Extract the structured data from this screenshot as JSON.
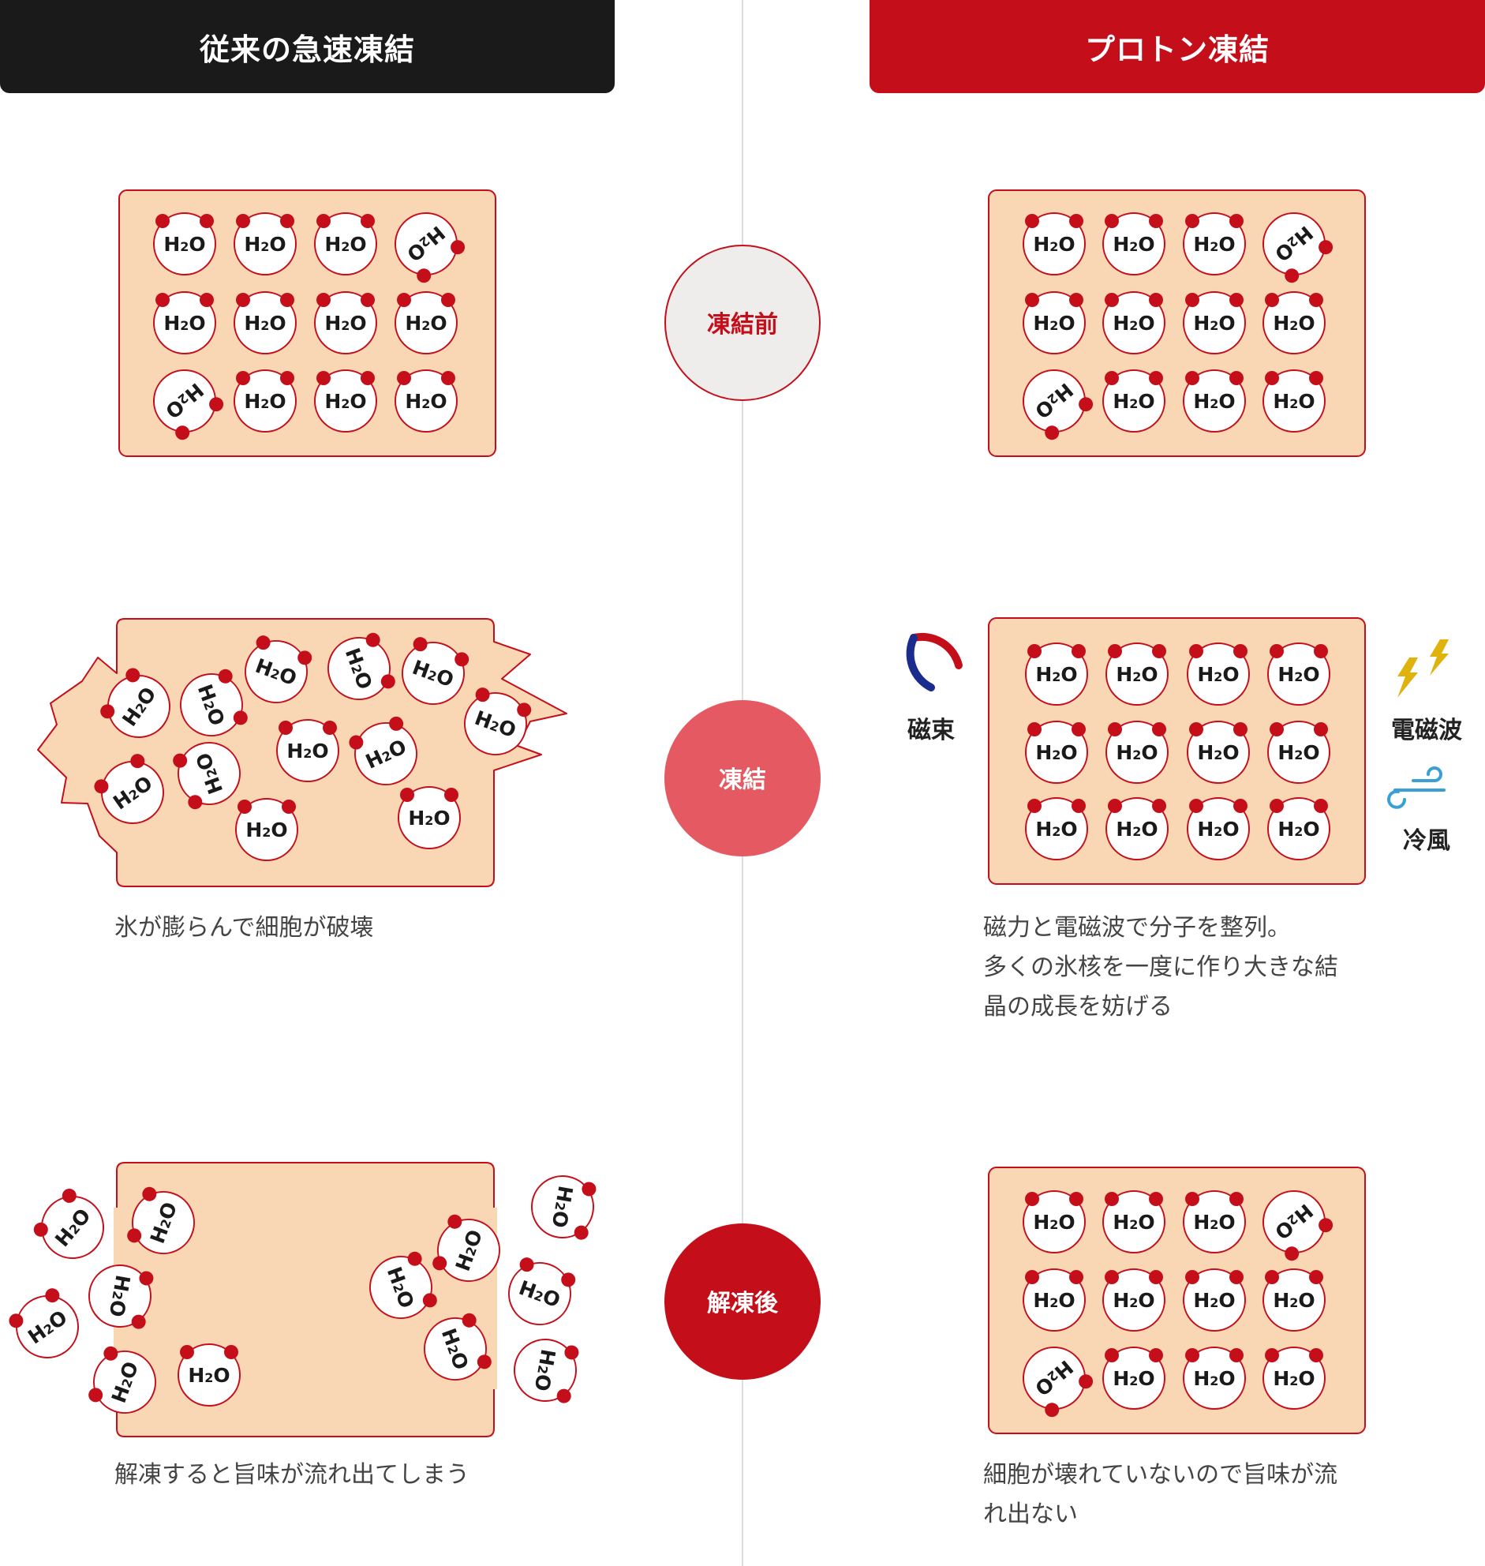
{
  "headers": {
    "conventional": "従来の急速凍結",
    "proton": "プロトン凍結"
  },
  "stages": {
    "before": "凍結前",
    "freezing": "凍結",
    "after_thaw": "解凍後"
  },
  "molecule_label": {
    "main": "H",
    "sub": "2",
    "end": "O"
  },
  "factors": {
    "magnetic_flux": "磁束",
    "electromagnetic_wave": "電磁波",
    "cold_air": "冷風"
  },
  "captions": {
    "conventional_freeze": "氷が膨らんで細胞が破壊",
    "conventional_thaw": "解凍すると旨味が流れ出てしまう",
    "proton_freeze": [
      "磁力と電磁波で分子を整列。",
      "多くの氷核を一度に作り大きな結",
      "晶の成長を妨げる"
    ],
    "proton_thaw": [
      "細胞が壊れていないので旨味が流",
      "れ出ない"
    ]
  },
  "colors": {
    "conventional_header": "#1a1a1a",
    "proton_header": "#c40f1b",
    "cell_fill": "#fad7b4",
    "cell_stroke": "#c40f1b",
    "atom_red": "#c40f1b",
    "stage_before": "#efedeb",
    "stage_freezing": "#e55a62",
    "stage_after_thaw": "#c40f1b",
    "magnet_red": "#c40f1b",
    "magnet_blue": "#1a2c8c",
    "lightning": "#e0b20c",
    "wind": "#39a0d6",
    "divider": "#dddddd"
  },
  "icons": [
    "magnet-icon",
    "lightning-icon",
    "wind-icon"
  ]
}
